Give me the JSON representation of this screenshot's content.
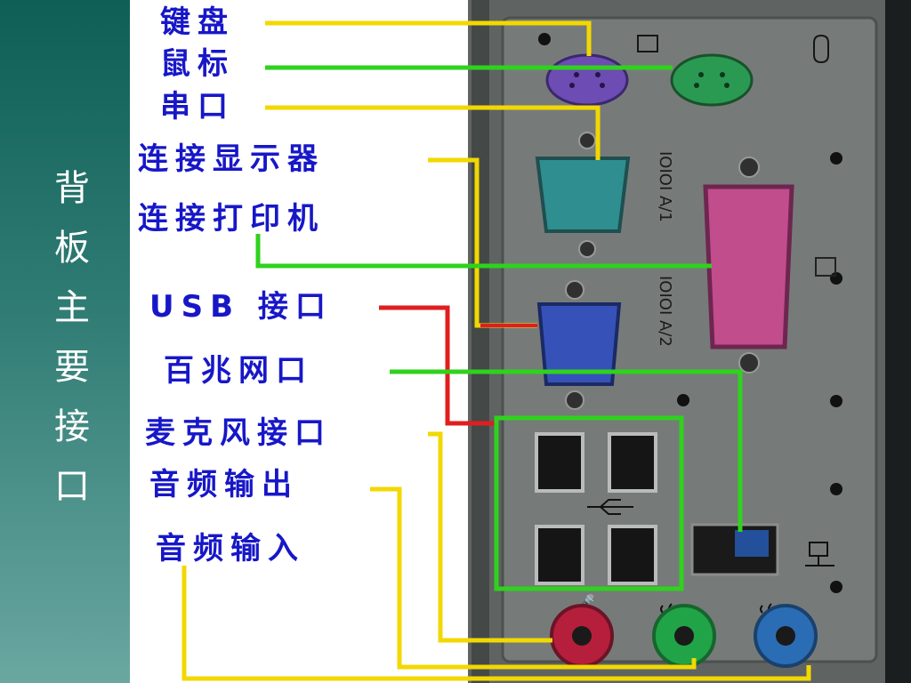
{
  "side_title": "背板主要接口",
  "labels": {
    "keyboard": "键盘",
    "mouse": "鼠标",
    "serial": "串口",
    "monitor": "连接显示器",
    "printer": "连接打印机",
    "usb": "USB 接口",
    "ethernet": "百兆网口",
    "microphone": "麦克风接口",
    "audio_out": "音频输出",
    "audio_in": "音频输入"
  },
  "panel_markings": {
    "serial_port": "IOIOI A/1",
    "vga_port": "IOIOI A/2"
  },
  "colors": {
    "label": "#1717c8",
    "leader_yellow": "#f2d800",
    "leader_green": "#2fd21d",
    "leader_red": "#e01e1e",
    "ps2_keyboard": "#6d4cb3",
    "ps2_mouse": "#2a9a52",
    "serial": "#2f8e8f",
    "vga": "#3652b8",
    "parallel": "#c24d8c",
    "mic_jack": "#b61f3b",
    "out_jack": "#21a447",
    "in_jack": "#2b6db5"
  }
}
